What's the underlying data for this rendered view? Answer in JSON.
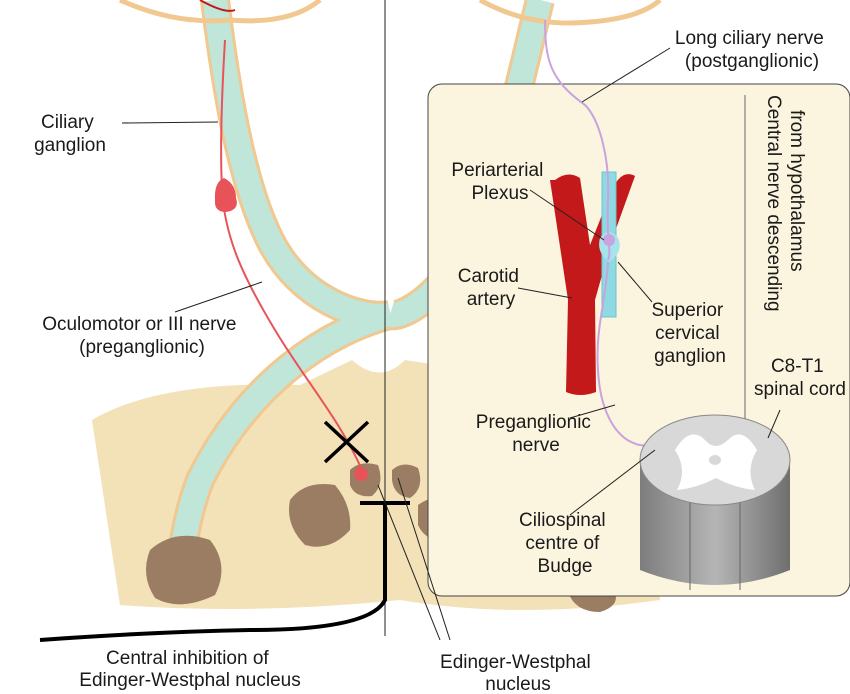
{
  "labels": {
    "ciliary_ganglion": [
      "Ciliary",
      "ganglion"
    ],
    "oculomotor": [
      "Oculomotor or III nerve",
      "(preganglionic)"
    ],
    "central_inhibition": [
      "Central inhibition of",
      "Edinger-Westphal nucleus"
    ],
    "edinger_westphal": [
      "Edinger-Westphal",
      "nucleus"
    ],
    "long_ciliary": [
      "Long ciliary nerve",
      "(postganglionic)"
    ],
    "periarterial": [
      "Periarterial",
      "Plexus"
    ],
    "carotid": [
      "Carotid",
      "artery"
    ],
    "superior_cervical": [
      "Superior",
      "cervical",
      "ganglion"
    ],
    "preganglionic": [
      "Preganglionic",
      "nerve"
    ],
    "ciliospinal": [
      "Ciliospinal",
      "centre of",
      "Budge"
    ],
    "spinal_cord": [
      "C8-T1",
      "spinal cord"
    ],
    "central_nerve": [
      "Central nerve descending",
      "from hypothalamus"
    ]
  },
  "colors": {
    "parasympathetic_nerve": "#e8535a",
    "sympathetic_nerve": "#c9a3e0",
    "artery": "#c4191b",
    "optic_tract_fill": "#bfe6d8",
    "optic_tract_border": "#f0c890",
    "brainstem": "#f3e1b8",
    "nucleus": "#9a7d62",
    "inset_panel": "#fbf4de",
    "spinal_cord": "#8e8e8e"
  }
}
